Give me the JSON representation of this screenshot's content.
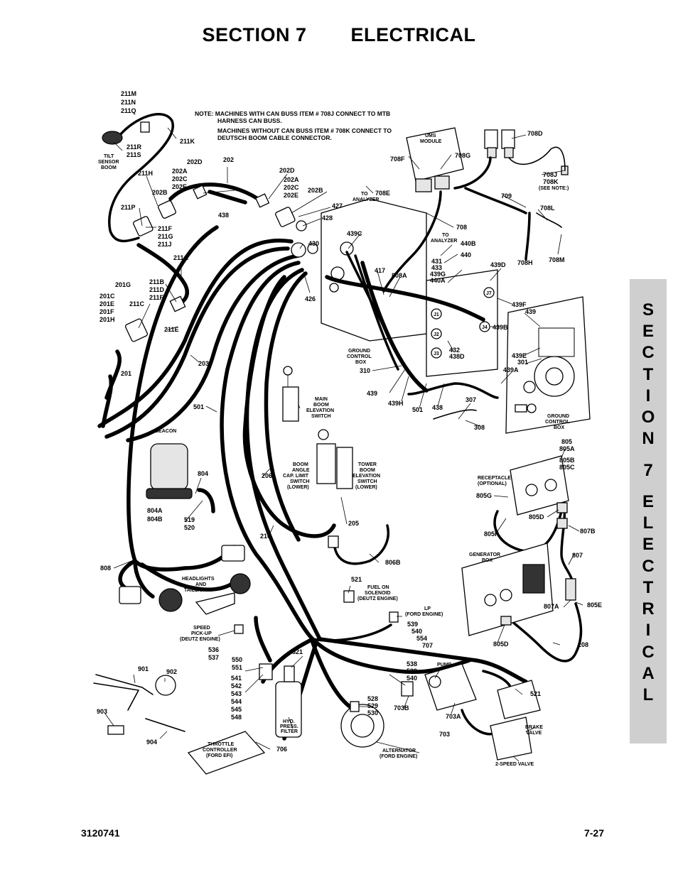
{
  "header": {
    "section": "SECTION 7",
    "title": "ELECTRICAL"
  },
  "side_tab": {
    "letters": [
      "S",
      "E",
      "C",
      "T",
      "I",
      "O",
      "N",
      "7",
      "E",
      "L",
      "E",
      "C",
      "T",
      "R",
      "I",
      "C",
      "A",
      "L"
    ]
  },
  "footer": {
    "doc_number": "3120741",
    "page": "7-27"
  },
  "note": {
    "line1": "NOTE:  MACHINES WITH CAN BUSS ITEM # 708J CONNECT TO MTB",
    "line2": "HARNESS CAN BUSS.",
    "line3": "MACHINES WITHOUT CAN BUSS ITEM # 708K CONNECT TO",
    "line4": "DEUTSCH BOOM CABLE CONNECTOR."
  },
  "labels": {
    "l211M": "211M",
    "l211N": "211N",
    "l211Q": "211Q",
    "l211R": "211R",
    "l211S": "211S",
    "l211K": "211K",
    "tilt1": "TILT",
    "tilt2": "SENSOR",
    "tilt3": "BOOM",
    "l202D_a": "202D",
    "l202A_a": "202A",
    "l202C_a": "202C",
    "l202E_a": "202E",
    "l202B_a": "202B",
    "l211H": "211H",
    "l202": "202",
    "l202D_b": "202D",
    "l202A_b": "202A",
    "l202C_b": "202C",
    "l202E_b": "202E",
    "l202B_b": "202B",
    "l427": "427",
    "l428": "428",
    "l211P": "211P",
    "l211F_a": "211F",
    "l211G": "211G",
    "l211J": "211J",
    "l438_a": "438",
    "l430": "430",
    "l211A": "211A",
    "l201G": "201G",
    "l211B": "211B",
    "l211D": "211D",
    "l211F_b": "211F",
    "l201C": "201C",
    "l201E": "201E",
    "l201F": "201F",
    "l201H": "201H",
    "l211C": "211C",
    "l211E": "211E",
    "l426": "426",
    "l203": "203",
    "l201": "201",
    "l501_a": "501",
    "ums1": "UMS",
    "ums2": "MODULE",
    "l708F": "708F",
    "l708G": "708G",
    "l708D": "708D",
    "l708J": "708J",
    "l708K": "708K",
    "see_note": "(SEE NOTE:)",
    "to_an1": "TO",
    "to_an2": "ANALYZER",
    "l708E": "708E",
    "l709": "709",
    "l708L": "708L",
    "l708": "708",
    "l439C": "439C",
    "to_an3": "TO",
    "to_an4": "ANALYZER",
    "l440B": "440B",
    "l440": "440",
    "l708H": "708H",
    "l708M": "708M",
    "l417": "417",
    "l808A": "808A",
    "l431": "431",
    "l433": "433",
    "l439G": "439G",
    "l440A": "440A",
    "l439D": "439D",
    "l439F": "439F",
    "l439": "439",
    "j1": "J1",
    "j2": "J2",
    "j3": "J3",
    "j4": "J4",
    "j7": "J7",
    "l439B": "439B",
    "l432": "432",
    "l438D": "438D",
    "l439E": "439E",
    "l301": "301",
    "l439A": "439A",
    "gcb1": "GROUND",
    "gcb2": "CONTROL",
    "gcb3": "BOX",
    "l310": "310",
    "l439_b": "439",
    "l439H": "439H",
    "l501_b": "501",
    "l438_b": "438",
    "l307": "307",
    "l308": "308",
    "gcb4": "GROUND",
    "gcb5": "CONTROL",
    "gcb6": "BOX",
    "mbes1": "MAIN",
    "mbes2": "BOOM",
    "mbes3": "ELEVATION",
    "mbes4": "SWITCH",
    "beacon": "BEACON",
    "l804": "804",
    "l206": "206",
    "bac1": "BOOM",
    "bac2": "ANGLE",
    "bac3": "CAP. LIMIT",
    "bac4": "SWITCH",
    "bac5": "(LOWER)",
    "tbe1": "TOWER",
    "tbe2": "BOOM",
    "tbe3": "ELEVATION",
    "tbe4": "SWITCH",
    "tbe5": "(LOWER)",
    "l804A": "804A",
    "l804B": "804B",
    "l519": "519",
    "l520": "520",
    "l205": "205",
    "l210": "210",
    "l805": "805",
    "l805A": "805A",
    "l805B": "805B",
    "l805C": "805C",
    "rec1": "RECEPTACLE",
    "rec2": "(OPTIONAL)",
    "l805G": "805G",
    "l805D_a": "805D",
    "l807B": "807B",
    "l805F": "805F",
    "gen1": "GENERATOR",
    "gen2": "BOX",
    "l807": "807",
    "l808": "808",
    "l806B": "806B",
    "hl1": "HEADLIGHTS",
    "hl2": "AND",
    "hl3": "TAILLIGHTS",
    "l521_a": "521",
    "fuel1": "FUEL ON",
    "fuel2": "SOLENOID",
    "fuel3": "(DEUTZ ENGINE)",
    "l807A": "807A",
    "l805E": "805E",
    "lp1": "LP",
    "lp2": "(FORD ENGINE)",
    "l539_a": "539",
    "l540_a": "540",
    "l554": "554",
    "l707": "707",
    "spd1": "SPEED",
    "spd2": "PICK-UP",
    "spd3": "(DEUTZ ENGINE)",
    "l536": "536",
    "l537": "537",
    "l805D_b": "805D",
    "l208": "208",
    "l550": "550",
    "l551": "551",
    "l521_b": "521",
    "l541": "541",
    "l542": "542",
    "l543": "543",
    "l544": "544",
    "l545": "545",
    "l548": "548",
    "l538": "538",
    "l539_b": "539",
    "l540_b": "540",
    "pump": "PUMP",
    "l901": "901",
    "l902": "902",
    "l903": "903",
    "l904": "904",
    "hyd1": "HYD.",
    "hyd2": "PRESS.",
    "hyd3": "FILTER",
    "l528": "528",
    "l529": "529",
    "l530": "530",
    "l703B": "703B",
    "l703A": "703A",
    "l703": "703",
    "l521_c": "521",
    "brk1": "BRAKE",
    "brk2": "VALVE",
    "tc1": "THROTTLE",
    "tc2": "CONTROLLER",
    "tc3": "(FORD EFI)",
    "l706": "706",
    "alt1": "ALTERNATOR",
    "alt2": "(FORD ENGINE)",
    "two_speed": "2-SPEED VALVE"
  }
}
